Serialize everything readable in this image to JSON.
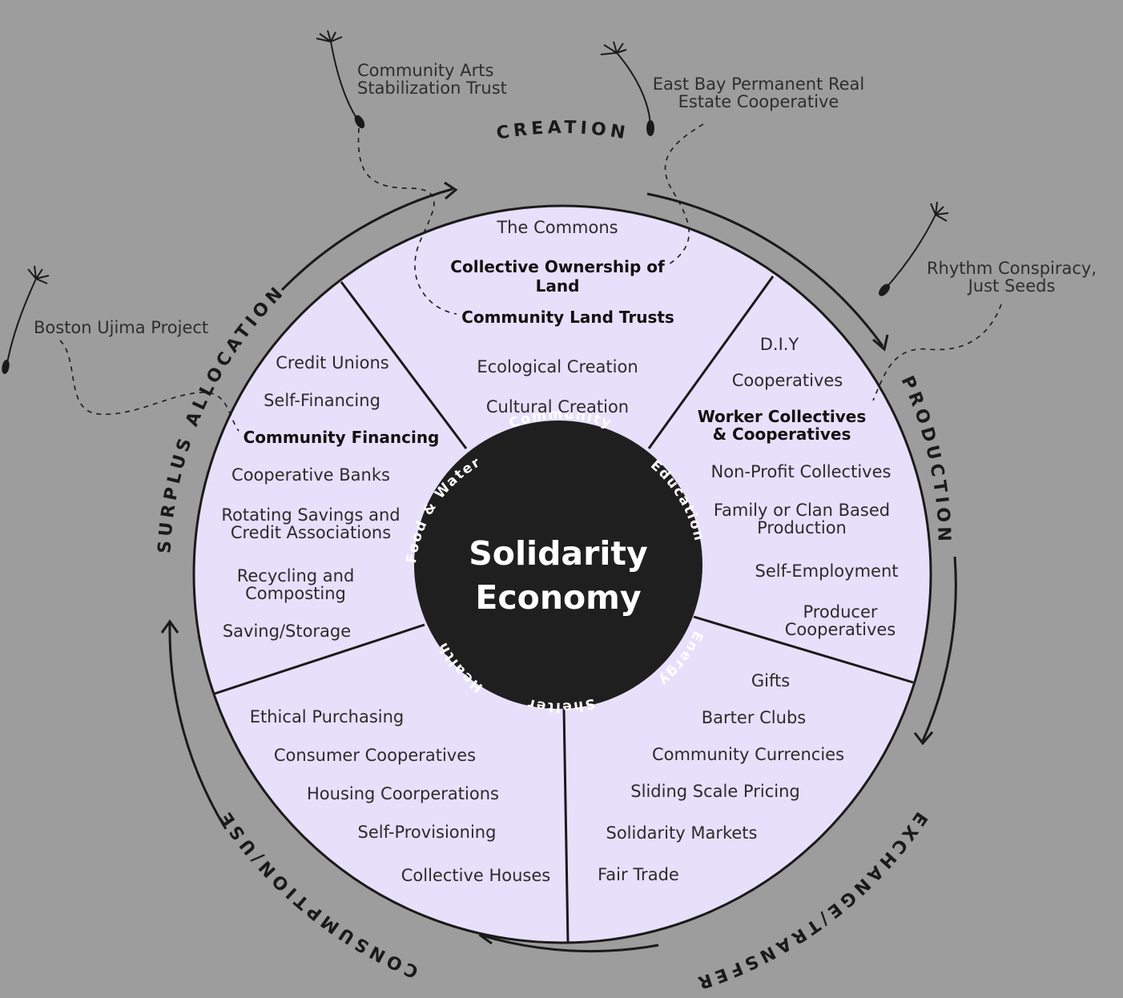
{
  "center": {
    "title_line1": "Solidarity",
    "title_line2": "Economy"
  },
  "needs": [
    "Community",
    "Education",
    "Energy",
    "Shelter",
    "Health",
    "Food & Water"
  ],
  "cycle_stages": {
    "creation": "CREATION",
    "production": "PRODUCTION",
    "exchange": "EXCHANGE/TRANSFER",
    "consumption": "CONSUMPTION/USE",
    "surplus": "SURPLUS ALLOCATION"
  },
  "sectors": {
    "creation": {
      "the_commons": "The Commons",
      "collective_ownership_line1": "Collective Ownership of",
      "collective_ownership_line2": "Land",
      "community_land_trusts": "Community Land Trusts",
      "ecological_creation": "Ecological Creation",
      "cultural_creation": "Cultural Creation"
    },
    "production": {
      "diy": "D.I.Y",
      "cooperatives": "Cooperatives",
      "worker_collectives_line1": "Worker Collectives",
      "worker_collectives_line2": "& Cooperatives",
      "non_profit_collectives": "Non-Profit Collectives",
      "family_clan_line1": "Family or Clan Based",
      "family_clan_line2": "Production",
      "self_employment": "Self-Employment",
      "producer_coops_line1": "Producer",
      "producer_coops_line2": "Cooperatives"
    },
    "exchange": {
      "gifts": "Gifts",
      "barter_clubs": "Barter Clubs",
      "community_currencies": "Community Currencies",
      "sliding_scale": "Sliding Scale Pricing",
      "solidarity_markets": "Solidarity Markets",
      "fair_trade": "Fair Trade"
    },
    "consumption": {
      "ethical_purchasing": "Ethical Purchasing",
      "consumer_coops": "Consumer Cooperatives",
      "housing_coops": "Housing Coorperations",
      "self_provisioning": "Self-Provisioning",
      "collective_houses": "Collective Houses"
    },
    "surplus": {
      "credit_unions": "Credit Unions",
      "self_financing": "Self-Financing",
      "community_financing": "Community Financing",
      "cooperative_banks": "Cooperative Banks",
      "rotating_line1": "Rotating Savings and",
      "rotating_line2": "Credit Associations",
      "recycling_line1": "Recycling and",
      "recycling_line2": "Composting",
      "saving_storage": "Saving/Storage"
    }
  },
  "seeds": {
    "arts_trust_line1": "Community Arts",
    "arts_trust_line2": "Stabilization Trust",
    "east_bay_line1": "East Bay Permanent Real",
    "east_bay_line2": "Estate Cooperative",
    "rhythm_line1": "Rhythm Conspiracy,",
    "rhythm_line2": "Just Seeds",
    "boston": "Boston Ujima Project"
  },
  "colors": {
    "background": "#9d9d9d",
    "wheel_fill": "#e6e0fb",
    "center_fill": "#1f1f1f",
    "ink": "#1a1a1a"
  },
  "icons": [
    "dandelion-seed-icon",
    "cycle-arrow-icon"
  ]
}
